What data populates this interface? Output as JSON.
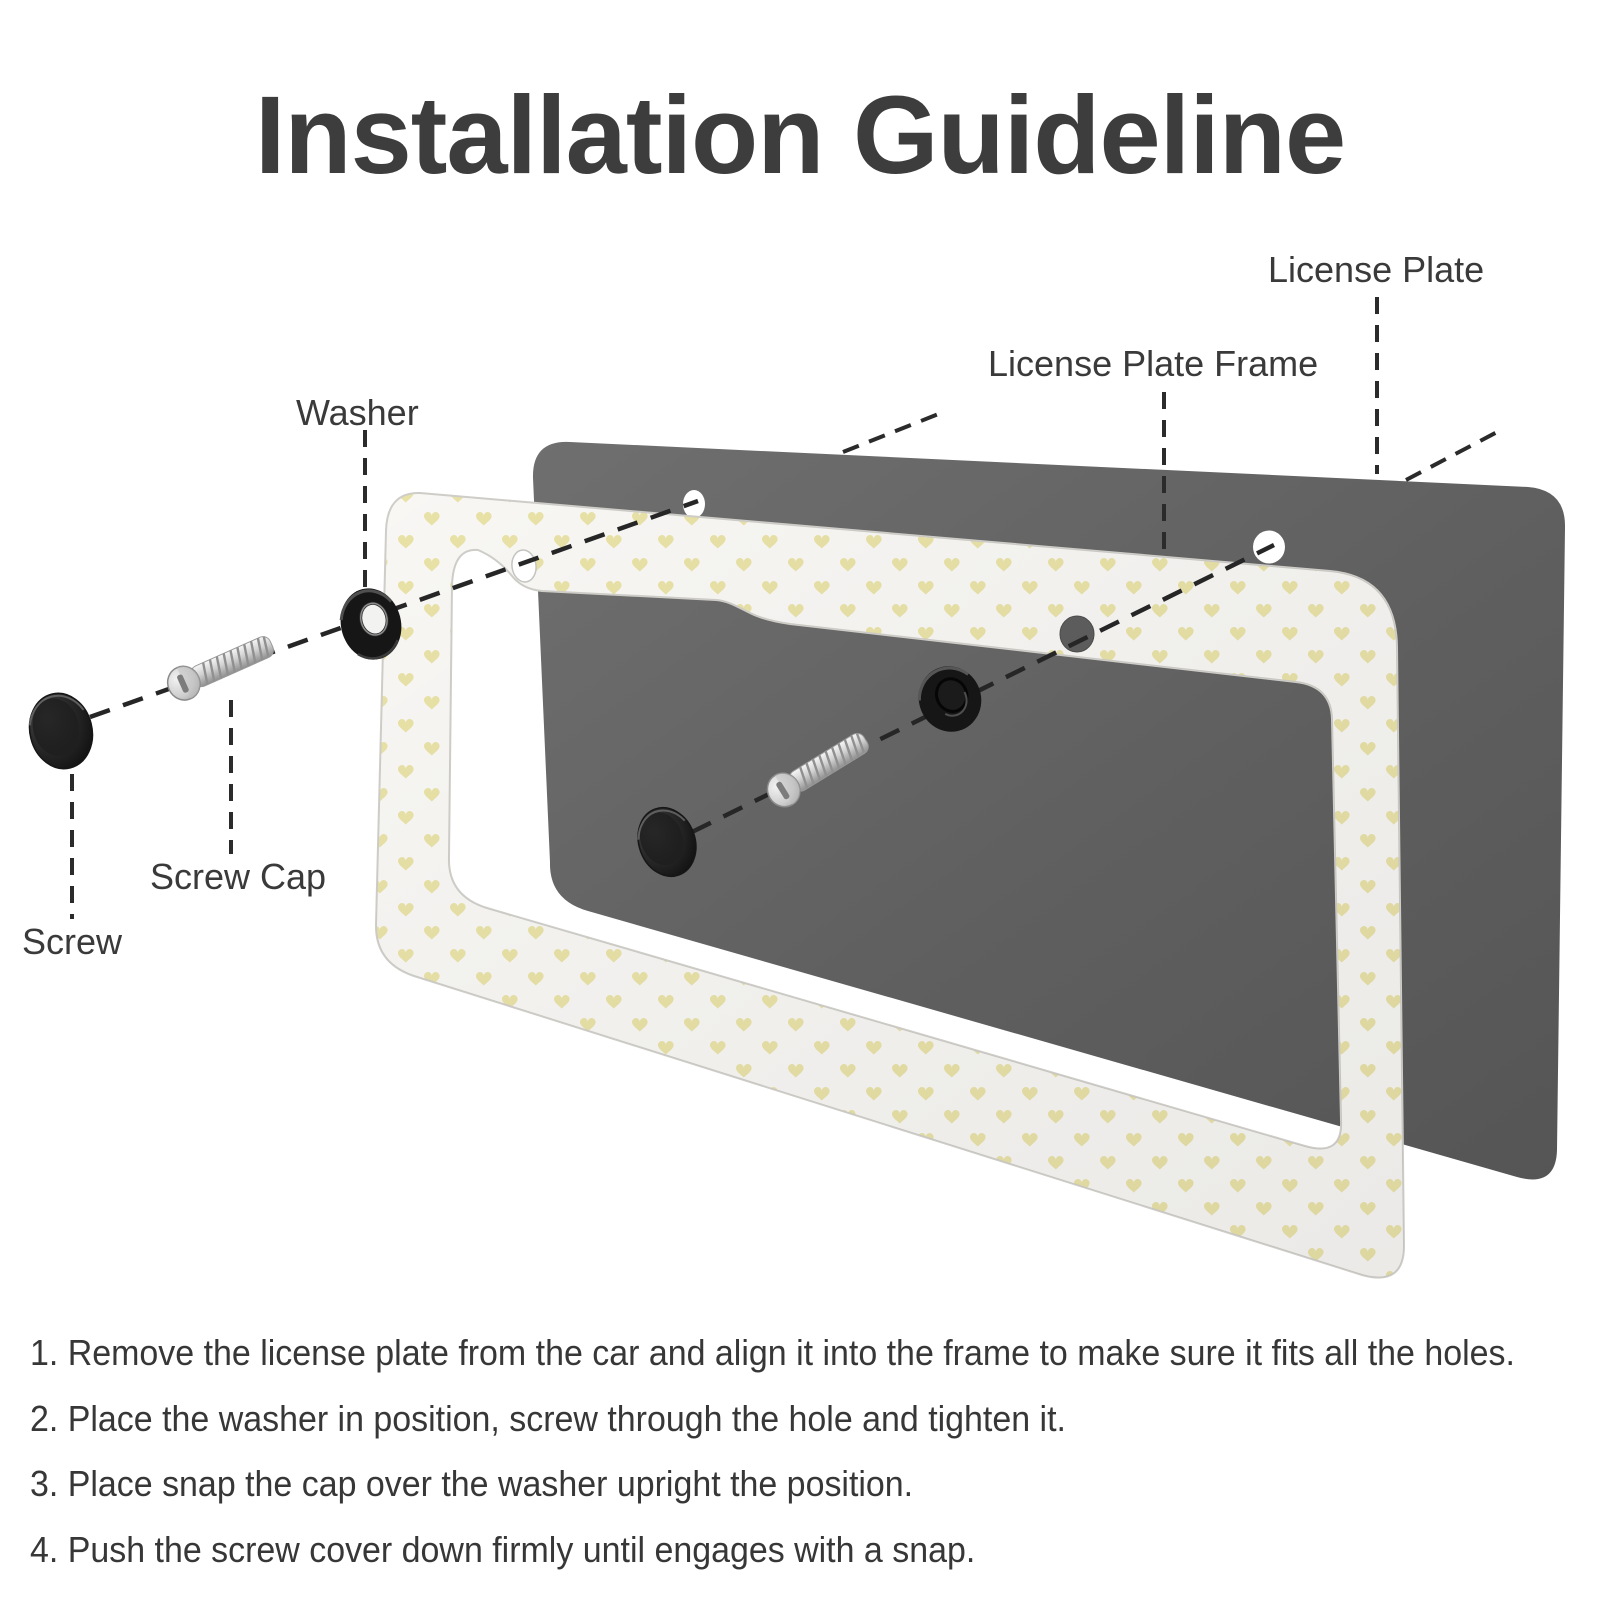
{
  "title": "Installation Guideline",
  "diagram": {
    "labels": {
      "washer": "Washer",
      "license_plate": "License Plate",
      "license_plate_frame": "License Plate Frame",
      "screw_cap": "Screw Cap",
      "screw": "Screw"
    },
    "colors": {
      "plate_gray": "#646464",
      "frame_white": "#f8f7f4",
      "heart_yellow": "#e9e2a7",
      "hardware_black": "#161616",
      "screw_metal": "#d9d9d9",
      "text_dark": "#3a3a3a",
      "leader_line": "#262626"
    },
    "parts_shown": [
      "license-plate",
      "license-plate-frame",
      "washer",
      "screw",
      "screw-cap"
    ]
  },
  "instructions": [
    "1. Remove the license plate from the car and align it into the frame to make sure it fits all the holes.",
    "2. Place the washer in position, screw through the hole and tighten it.",
    "3. Place snap the cap over the washer upright the position.",
    "4. Push the screw cover down firmly until engages with a snap."
  ]
}
